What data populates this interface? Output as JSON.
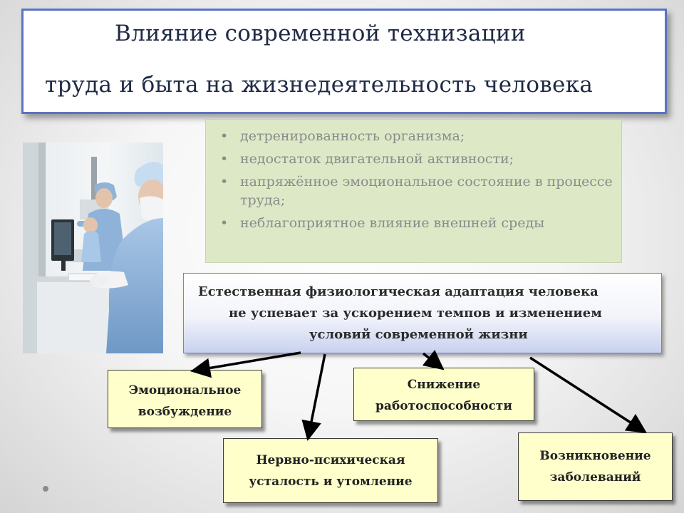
{
  "slide": {
    "title_line_1": "Влияние современной технизации",
    "title_line_2": "труда и быта на жизнедеятельность человека",
    "factors": [
      "детренированность организма;",
      "недостаток двигательной активности;",
      "напряжённое эмоциональное состояние в процессе труда;",
      "неблагоприятное влияние внешней среды"
    ],
    "bullet_glyph": "•",
    "central_text_lines": [
      "Естественная физиологическая адаптация человека",
      "не успевает за ускорением темпов и изменением",
      "условий современной жизни"
    ],
    "effects": {
      "emotional": [
        "Эмоциональное",
        "возбуждение"
      ],
      "work_capacity": [
        "Снижение",
        "работоспособности"
      ],
      "nervous": [
        "Нервно-психическая",
        "усталость и утомление"
      ],
      "disease": [
        "Возникновение",
        "заболеваний"
      ]
    }
  },
  "photo": {
    "icon": "lab-workers-photo"
  },
  "colors": {
    "title_border": "#5b73c4",
    "factors_bg": "#dde9c6",
    "factors_text": "#8b8b8b",
    "central_border": "#6e86c8",
    "effect_bg": "#ffffcc",
    "arrow": "#000000"
  }
}
